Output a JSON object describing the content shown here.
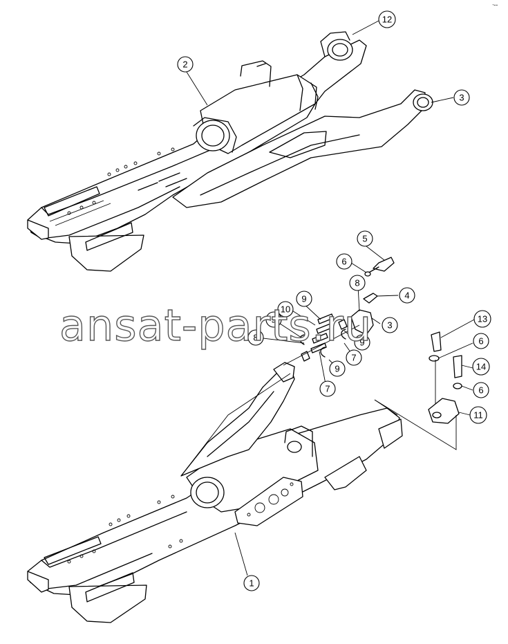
{
  "watermark": "ansat-parts.ru",
  "corner_mark": "ᐧ--",
  "callouts": [
    {
      "id": "c12",
      "label": "12"
    },
    {
      "id": "c2",
      "label": "2"
    },
    {
      "id": "c3a",
      "label": "3"
    },
    {
      "id": "c5",
      "label": "5"
    },
    {
      "id": "c6a",
      "label": "6"
    },
    {
      "id": "c8a",
      "label": "8"
    },
    {
      "id": "c4",
      "label": "4"
    },
    {
      "id": "c9a",
      "label": "9"
    },
    {
      "id": "c10",
      "label": "10"
    },
    {
      "id": "c9b",
      "label": "9"
    },
    {
      "id": "c3b",
      "label": "3"
    },
    {
      "id": "c13",
      "label": "13"
    },
    {
      "id": "c8b",
      "label": "8"
    },
    {
      "id": "c9c",
      "label": "9"
    },
    {
      "id": "c7a",
      "label": "7"
    },
    {
      "id": "c6b",
      "label": "6"
    },
    {
      "id": "c9d",
      "label": "9"
    },
    {
      "id": "c14",
      "label": "14"
    },
    {
      "id": "c7b",
      "label": "7"
    },
    {
      "id": "c6c",
      "label": "6"
    },
    {
      "id": "c11",
      "label": "11"
    },
    {
      "id": "c1",
      "label": "1"
    }
  ]
}
